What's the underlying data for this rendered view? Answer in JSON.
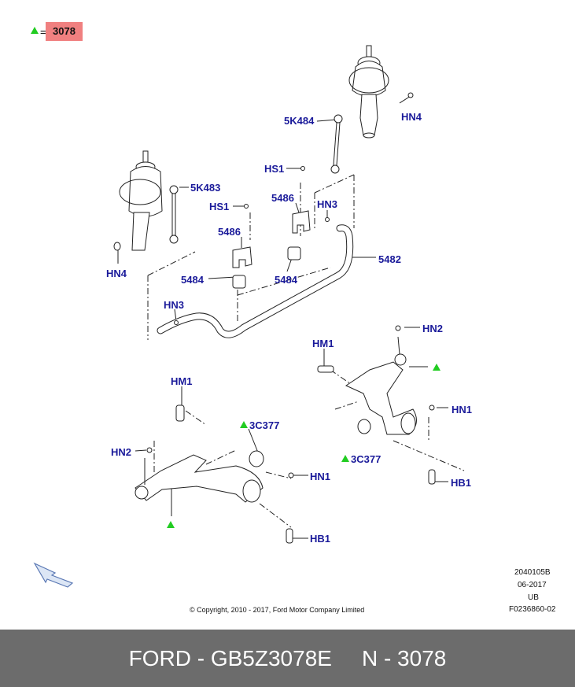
{
  "legend": {
    "equals": "=",
    "code": "3078"
  },
  "labels": {
    "hn4_top": "HN4",
    "k5484": "5K484",
    "hs1_right": "HS1",
    "k5483": "5K483",
    "hs1_left": "HS1",
    "p5486_right": "5486",
    "hn3_right": "HN3",
    "p5486_left": "5486",
    "hn4_left": "HN4",
    "p5482": "5482",
    "p5484_left": "5484",
    "p5484_right": "5484",
    "hn3_left": "HN3",
    "hn2_right": "HN2",
    "hm1_right": "HM1",
    "hn1_right": "HN1",
    "hm1_left": "HM1",
    "c3377_top": "3C377",
    "hn2_left": "HN2",
    "c3377_mid": "3C377",
    "hb1_right": "HB1",
    "hn1_left": "HN1",
    "hb1_left": "HB1"
  },
  "meta": {
    "code": "2040105B",
    "date": "06-2017",
    "region": "UB",
    "figure": "F0236860-02"
  },
  "copyright": "© Copyright, 2010 - 2017, Ford Motor Company Limited",
  "footer": {
    "part": "FORD - GB5Z3078E",
    "ref": "N - 3078"
  },
  "colors": {
    "label": "#1a1a9a",
    "marker": "#22cc22",
    "legend_bg": "#f08080",
    "footer_bg": "#6c6c6c"
  }
}
